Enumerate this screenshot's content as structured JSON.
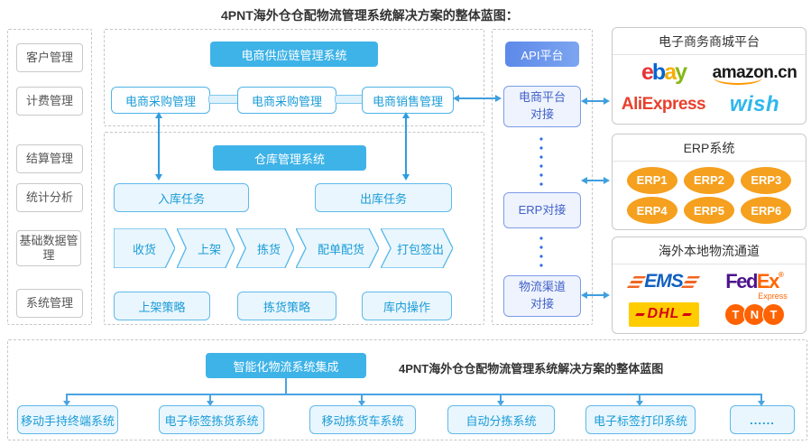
{
  "page_title": "4PNT海外仓仓配物流管理系统解决方案的整体蓝图：",
  "left_panel": {
    "items": [
      "客户管理",
      "计费管理",
      "结算管理",
      "统计分析",
      "基础数据管理",
      "系统管理"
    ]
  },
  "supply_chain": {
    "header": "电商供应链管理系统",
    "boxes": [
      "电商采购管理",
      "电商采购管理",
      "电商销售管理"
    ]
  },
  "warehouse": {
    "header": "仓库管理系统",
    "inbound": "入库任务",
    "outbound": "出库任务",
    "process_steps": [
      "收货",
      "上架",
      "拣货",
      "配单配货",
      "打包签出"
    ],
    "strategies": [
      "上架策略",
      "拣货策略",
      "库内操作"
    ]
  },
  "api_platform": {
    "header": "API平台",
    "boxes": [
      "电商平台对接",
      "ERP对接",
      "物流渠道对接"
    ]
  },
  "ecommerce_platforms": {
    "header": "电子商务商城平台",
    "ebay_letters": [
      "e",
      "b",
      "a",
      "y"
    ],
    "amazon": "amazon.cn",
    "aliexpress": "AliExpress",
    "wish": "wish"
  },
  "erp_systems": {
    "header": "ERP系统",
    "items": [
      "ERP1",
      "ERP2",
      "ERP3",
      "ERP4",
      "ERP5",
      "ERP6"
    ]
  },
  "logistics_channels": {
    "header": "海外本地物流通道",
    "ems": "EMS",
    "fedex_fed": "Fed",
    "fedex_ex": "Ex",
    "fedex_reg": "®",
    "fedex_express": "Express",
    "dhl": "DHL",
    "tnt_letters": [
      "T",
      "N",
      "T"
    ]
  },
  "integration": {
    "header": "智能化物流系统集成",
    "caption": "4PNT海外仓仓配物流管理系统解决方案的整体蓝图",
    "systems": [
      "移动手持终端系统",
      "电子标签拣货系统",
      "移动拣货车系统",
      "自动分拣系统",
      "电子标签打印系统",
      "......"
    ]
  },
  "colors": {
    "header_blue": "#3eb3e8",
    "api_header_blue": "#6b94ea",
    "box_fill_light": "#e9f6fd",
    "box_border_blue": "#55b5e8",
    "box_text_blue": "#1b9cd8",
    "api_box_fill": "#eef3fd",
    "api_box_border": "#7d9ce8",
    "api_box_text": "#4161c8",
    "erp_orange": "#f5a01e",
    "arrow_blue": "#3f9fdf",
    "dot_blue": "#2f6fe4",
    "ebay_letter_colors": [
      "#e53238",
      "#0064d2",
      "#f5af02",
      "#86b817"
    ],
    "amazon_smile": "#ff9900",
    "aliexpress_red": "#e8402d",
    "wish_blue": "#2fb7ec",
    "ems_blue": "#1260c0",
    "fedex_purple": "#4d148c",
    "fedex_orange": "#ff6600",
    "dhl_yellow": "#ffcc00",
    "dhl_red": "#d40511",
    "tnt_orange": "#ff6200"
  }
}
